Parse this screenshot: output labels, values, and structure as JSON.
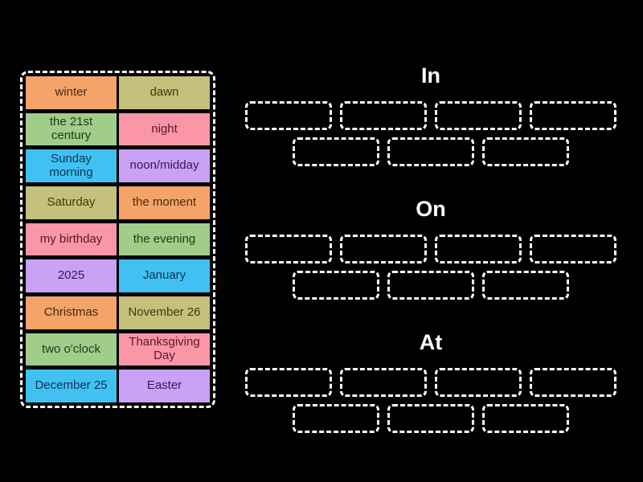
{
  "page": {
    "background": "#000000",
    "dash_color": "#ffffff"
  },
  "palette": {
    "orange": {
      "bg": "#f4a469",
      "text": "#46290e"
    },
    "olive": {
      "bg": "#c5c07b",
      "text": "#3c3a10"
    },
    "green": {
      "bg": "#a1cd8b",
      "text": "#1d3b13"
    },
    "pink": {
      "bg": "#fa96a8",
      "text": "#5a1627"
    },
    "blue": {
      "bg": "#41c1f1",
      "text": "#0c3354"
    },
    "purple": {
      "bg": "#c9a1f5",
      "text": "#37175c"
    }
  },
  "tile_pool": {
    "tiles": [
      {
        "label": "winter",
        "color": "orange"
      },
      {
        "label": "dawn",
        "color": "olive"
      },
      {
        "label": "the 21st century",
        "color": "green"
      },
      {
        "label": "night",
        "color": "pink"
      },
      {
        "label": "Sunday morning",
        "color": "blue"
      },
      {
        "label": "noon/midday",
        "color": "purple"
      },
      {
        "label": "Saturday",
        "color": "olive"
      },
      {
        "label": "the moment",
        "color": "orange"
      },
      {
        "label": "my birthday",
        "color": "pink"
      },
      {
        "label": "the evening",
        "color": "green"
      },
      {
        "label": "2025",
        "color": "purple"
      },
      {
        "label": "January",
        "color": "blue"
      },
      {
        "label": "Christmas",
        "color": "orange"
      },
      {
        "label": "November 26",
        "color": "olive"
      },
      {
        "label": "two o'clock",
        "color": "green"
      },
      {
        "label": "Thanksgiving Day",
        "color": "pink"
      },
      {
        "label": "December 25",
        "color": "blue"
      },
      {
        "label": "Easter",
        "color": "purple"
      }
    ]
  },
  "groups": [
    {
      "label": "In",
      "slot_rows": [
        4,
        3
      ]
    },
    {
      "label": "On",
      "slot_rows": [
        4,
        3
      ]
    },
    {
      "label": "At",
      "slot_rows": [
        4,
        3
      ]
    }
  ]
}
